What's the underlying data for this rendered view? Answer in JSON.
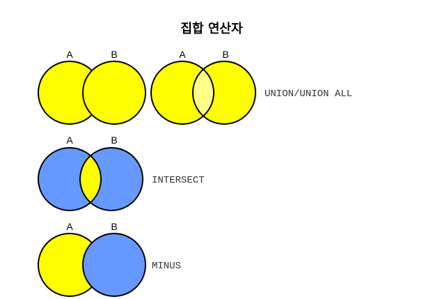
{
  "title": "집합 연산자",
  "colors": {
    "yellow": "#ffff00",
    "blue": "#6699ff",
    "light_yellow": "#ffff80",
    "outline": "#000000"
  },
  "diagrams": {
    "union_left": {
      "label_a": "A",
      "label_b": "B"
    },
    "union_right": {
      "label_a": "A",
      "label_b": "B"
    },
    "intersect": {
      "label_a": "A",
      "label_b": "B"
    },
    "minus": {
      "label_a": "A",
      "label_b": "B"
    }
  },
  "operations": {
    "union": "UNION/UNION ALL",
    "intersect": "INTERSECT",
    "minus": "MINUS"
  }
}
